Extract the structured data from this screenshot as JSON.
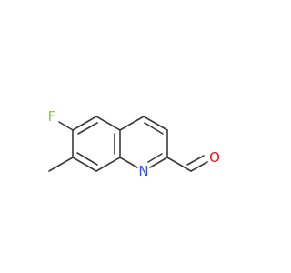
{
  "molecule": {
    "atoms": {
      "fluorine": {
        "symbol": "F",
        "color": "#90c850"
      },
      "nitrogen": {
        "symbol": "N",
        "color": "#3050f8"
      },
      "oxygen": {
        "symbol": "O",
        "color": "#ff0d0d"
      }
    },
    "bond_color": "#3a3a3a"
  }
}
